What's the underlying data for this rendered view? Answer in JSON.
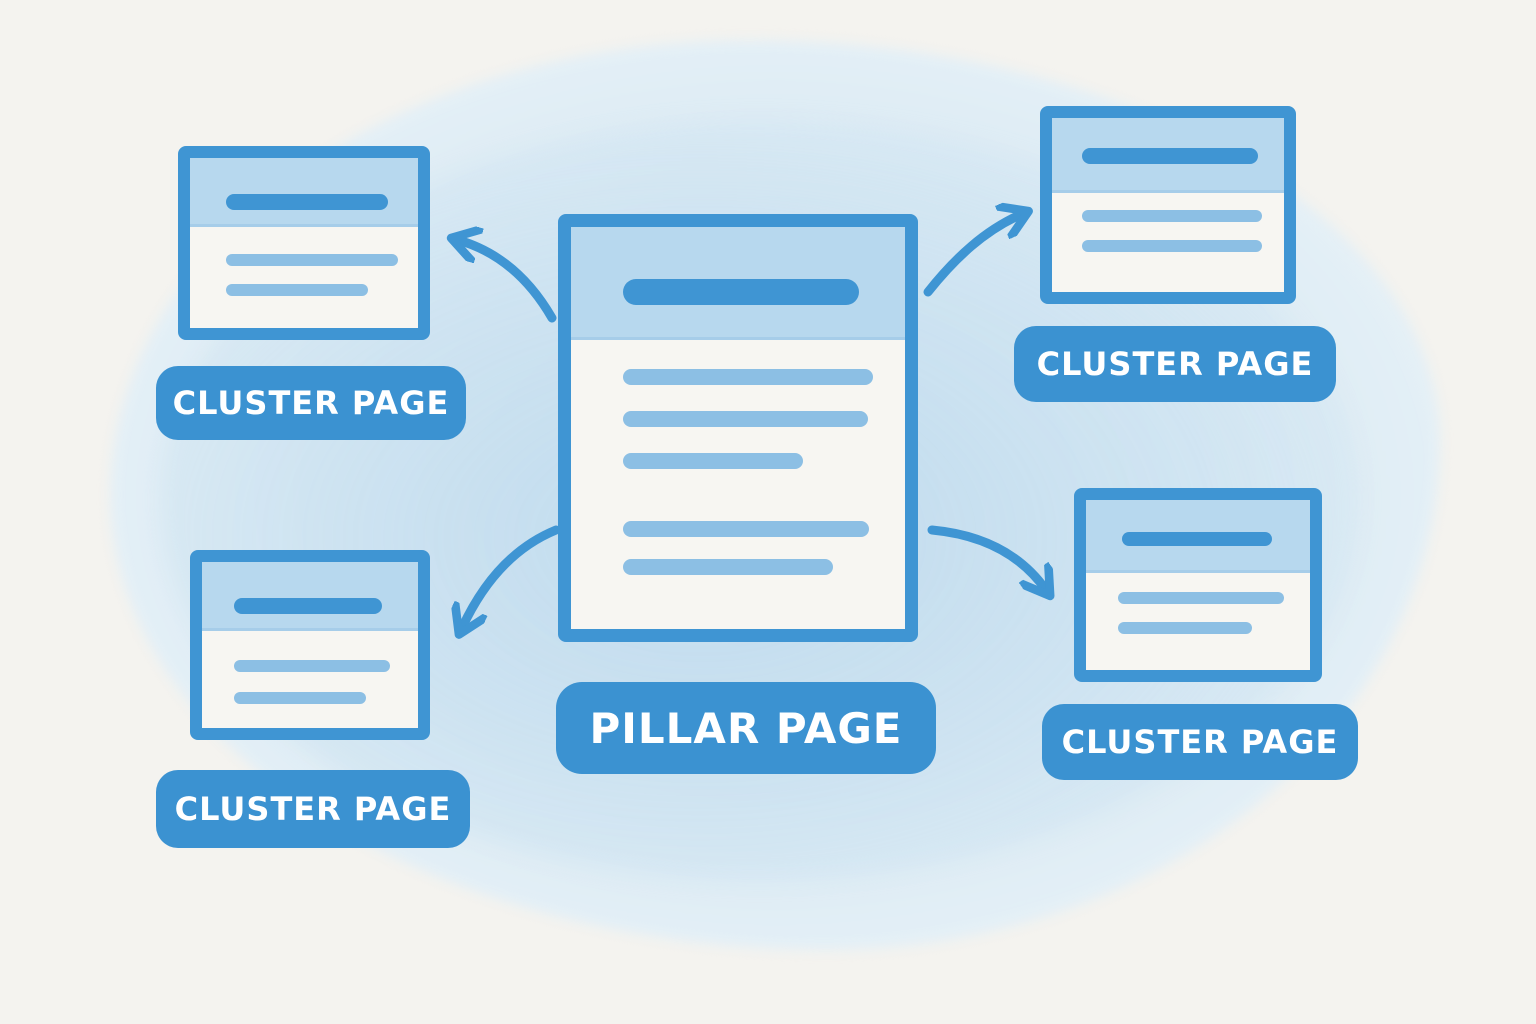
{
  "diagram": {
    "center": {
      "label": "PILLAR PAGE"
    },
    "clusters": [
      {
        "label": "CLUSTER PAGE"
      },
      {
        "label": "CLUSTER PAGE"
      },
      {
        "label": "CLUSTER PAGE"
      },
      {
        "label": "CLUSTER PAGE"
      }
    ],
    "edges": [
      {
        "from": "pillar",
        "to": "cluster-top-left"
      },
      {
        "from": "pillar",
        "to": "cluster-bottom-left"
      },
      {
        "from": "pillar",
        "to": "cluster-top-right"
      },
      {
        "from": "pillar",
        "to": "cluster-bottom-right"
      }
    ]
  },
  "colors": {
    "primary": "#3f95d3",
    "header_fill": "#b7d8ee",
    "line_light": "#8cbfe4",
    "wash": "#cfe4f2",
    "paper": "#f4f3ef"
  }
}
